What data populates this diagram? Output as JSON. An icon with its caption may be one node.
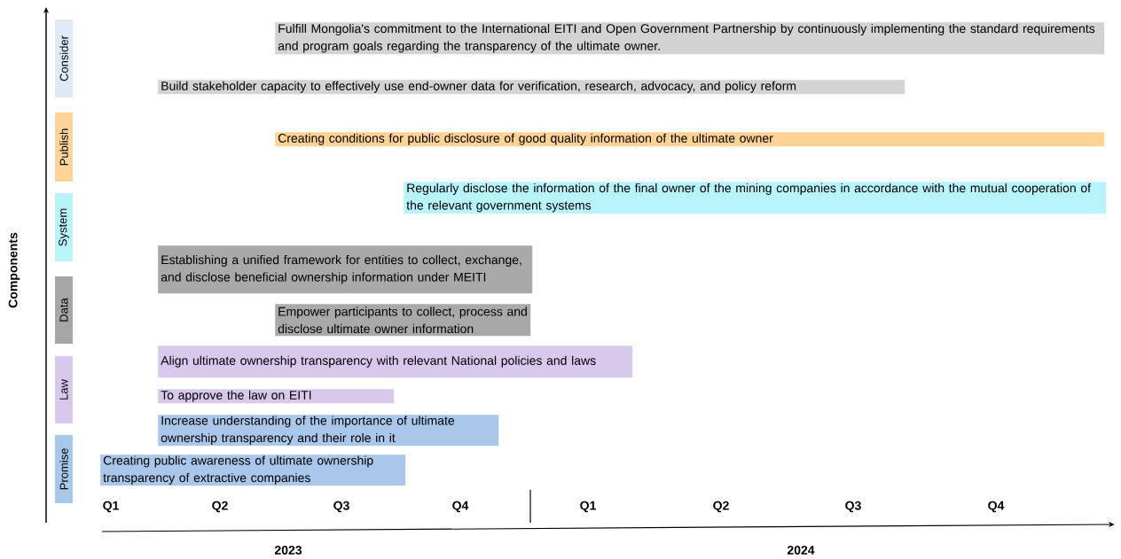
{
  "diagram": {
    "nodes": [
      {
        "text": [
          "Consider"
        ]
      },
      {
        "text": [
          "Publish"
        ]
      },
      {
        "text": [
          "System"
        ]
      },
      {
        "text": [
          "Data"
        ]
      },
      {
        "text": [
          "Law"
        ]
      },
      {
        "text": [
          "Promise"
        ]
      },
      {
        "text": [
          "Fulfill Mongolia's commitment to the International EITI and Open Government Partnership by continuously implementing the standard requirements and program goals regarding the transparency of the ultimate owner."
        ]
      },
      {
        "text": [
          "Build stakeholder capacity to effectively use end-owner data for verification, research, advocacy, and policy reform"
        ]
      },
      {
        "text": [
          "Creating conditions for public disclosure of good quality information of the ultimate owner"
        ]
      },
      {
        "text": [
          "Regularly disclose the information of the final owner of the mining companies in accordance with the mutual cooperation of the relevant government systems"
        ]
      },
      {
        "text": [
          "Establishing a unified framework for entities to collect, exchange, and disclose beneficial ownership information under MEITI"
        ]
      },
      {
        "text": [
          "Empower participants to collect, process and disclose ultimate owner information"
        ]
      },
      {
        "text": [
          "Align ultimate ownership transparency with relevant National policies and laws"
        ]
      },
      {
        "text": [
          "To approve the law on EITI"
        ]
      },
      {
        "text": [
          "Increase understanding of the importance of ultimate ownership transparency and their role in it"
        ]
      },
      {
        "text": [
          "Creating public awareness of ultimate ownership transparency of extractive companies"
        ]
      }
    ],
    "labels": [
      "Components",
      "Q1",
      "Q2",
      "Q3",
      "Q4",
      "Q1",
      "Q2",
      "Q3",
      "Q4",
      "2023",
      "2024"
    ]
  }
}
